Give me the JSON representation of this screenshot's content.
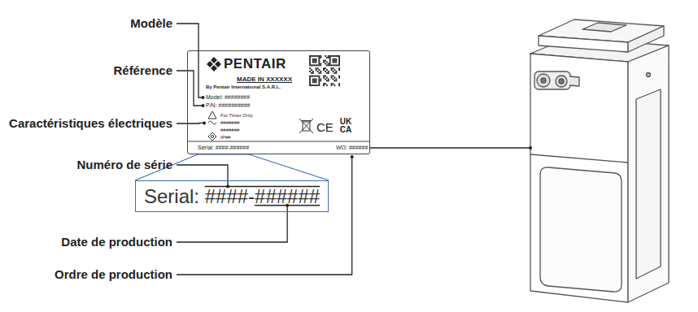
{
  "diagram": {
    "nodes": [
      {
        "text": [
          "PENTAIR",
          "MADE IN XXXXXX",
          "By Pentair International S.A.R.L.",
          "Model: ########",
          "P/N: ##########",
          "For Timer Only",
          "#######",
          "#######",
          "IP##",
          "CE",
          "UK CA",
          "Serial: ####-######",
          "WO: ######"
        ]
      },
      {
        "text": [
          "Serial: ####-######"
        ]
      }
    ],
    "edges": [
      {
        "from": 1,
        "to": 0,
        "arrow": "none"
      }
    ],
    "labels": [
      "Modèle",
      "Référence",
      "Caractéristiques électriques",
      "Numéro de série",
      "Date de production",
      "Ordre de production"
    ]
  }
}
